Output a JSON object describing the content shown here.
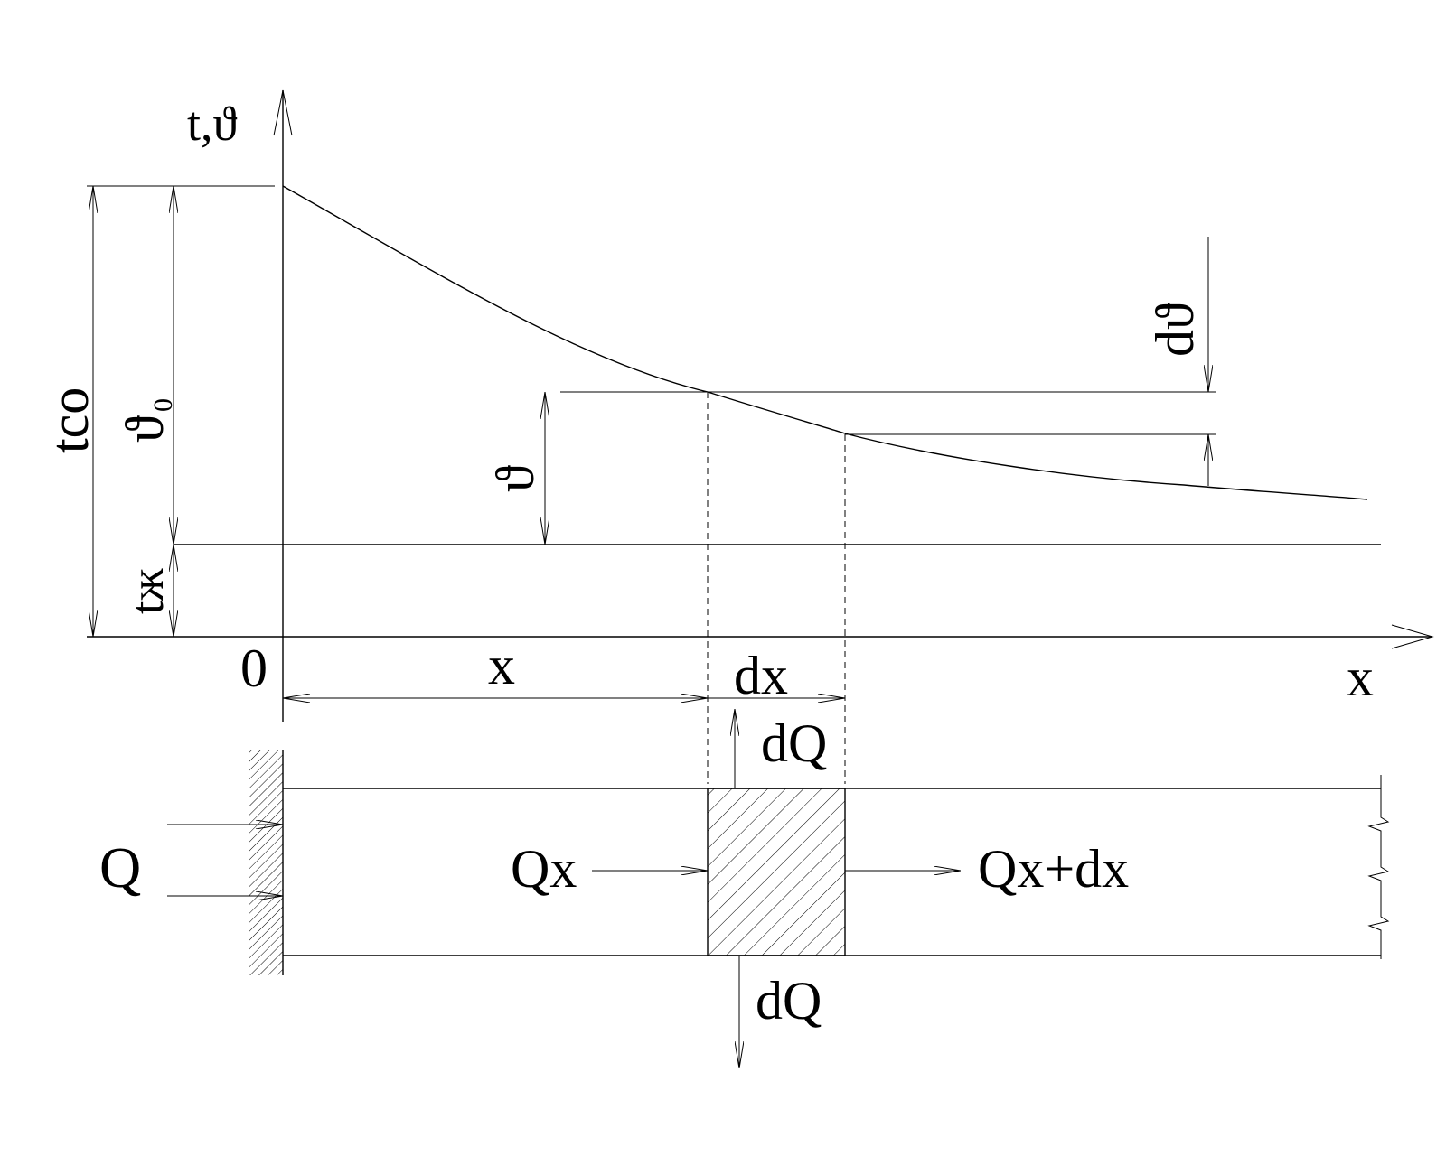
{
  "labels": {
    "axis_vertical": "t,ϑ",
    "t_co": "tco",
    "theta_0": "ϑ",
    "theta_0_subscript": "0",
    "t_zh": "tж",
    "theta": "ϑ",
    "d_theta": "dϑ",
    "origin": "0",
    "x_distance": "x",
    "dx_width": "dx",
    "axis_horizontal": "x",
    "dQ_top": "dQ",
    "dQ_bottom": "dQ",
    "Q_inlet": "Q",
    "Qx": "Qx",
    "Qx_dx": "Qx+dx"
  },
  "colors": {
    "ink": "#000000",
    "background": "#ffffff"
  }
}
